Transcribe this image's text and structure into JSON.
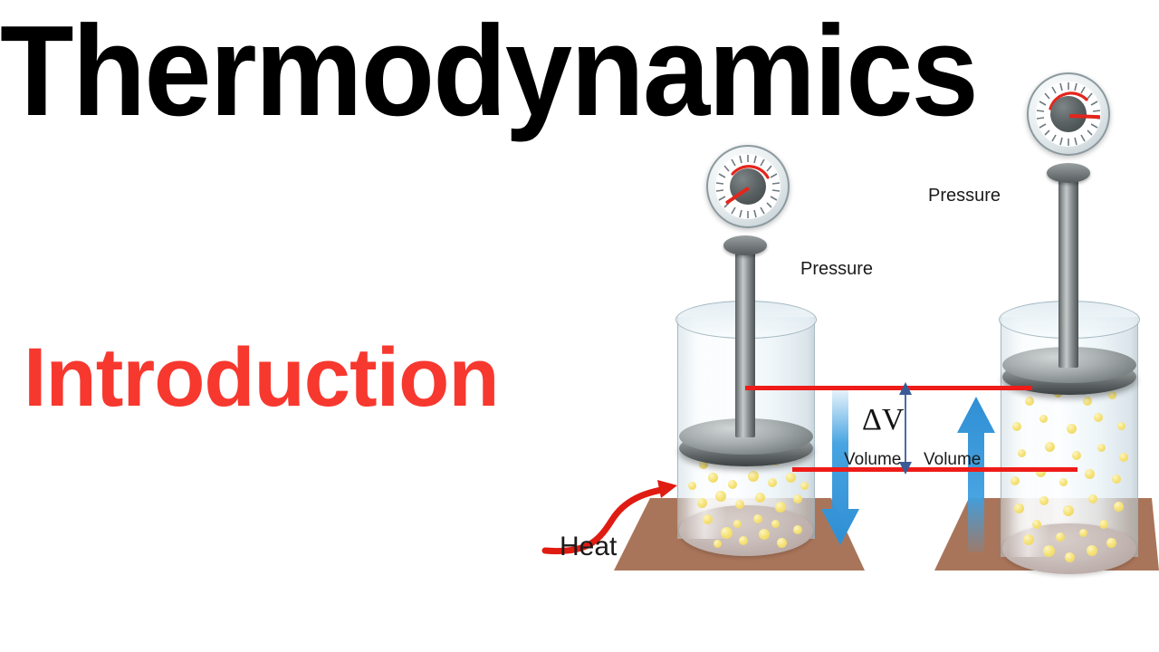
{
  "slide": {
    "title": "Thermodynamics",
    "subtitle": "Introduction",
    "title_color": "#000000",
    "subtitle_color": "#f7382f",
    "background_color": "#ffffff"
  },
  "diagram": {
    "name": "gas-expansion-piston-diagram",
    "labels": {
      "pressure_left": "Pressure",
      "pressure_right": "Pressure",
      "volume_left": "Volume",
      "volume_right": "Volume",
      "delta_v": "ΔV",
      "heat": "Heat"
    },
    "colors": {
      "reference_line": "#ee1b18",
      "heat_arrow": "#e01b12",
      "volume_arrow": "#3e9fe0",
      "delta_arrow": "#3a5b96",
      "ground": "#a9755a",
      "particle": "#f6e27a",
      "gauge_needle": "#e4251c",
      "piston_metal": "#6a7173"
    },
    "left_state": {
      "caption": "compressed-gas-cylinder",
      "piston_position": "low",
      "gas_state": "compressed"
    },
    "right_state": {
      "caption": "expanded-gas-cylinder",
      "piston_position": "high",
      "gas_state": "expanded"
    }
  }
}
